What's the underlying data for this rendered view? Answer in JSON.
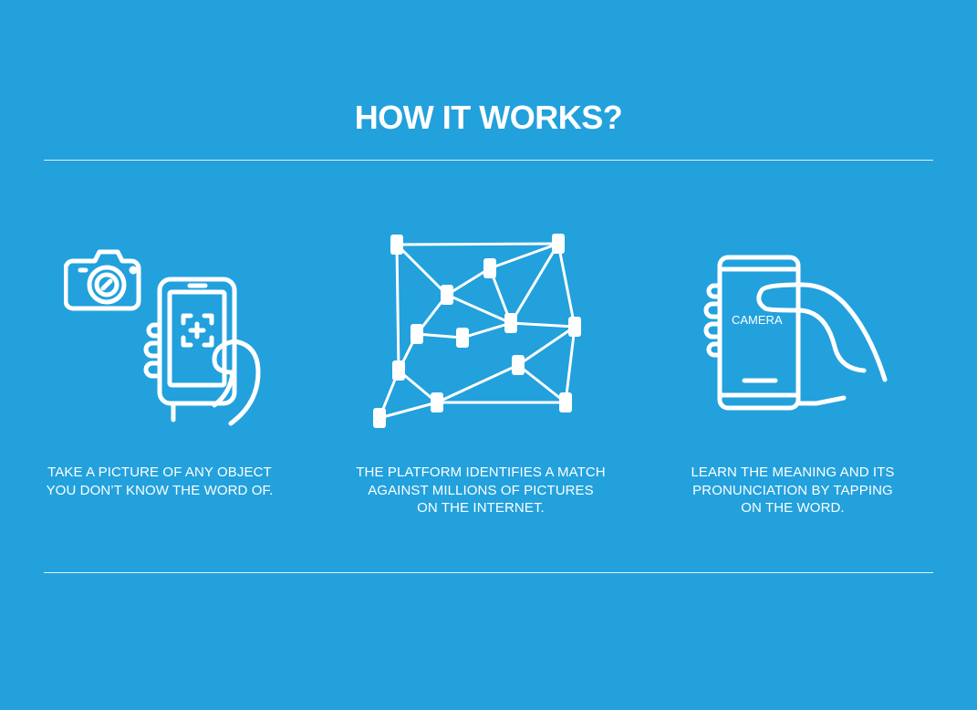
{
  "title": "HOW IT WORKS?",
  "colors": {
    "background": "#22a1dd",
    "foreground": "#ffffff"
  },
  "steps": [
    {
      "icon": "camera-phone-icon",
      "caption_lines": [
        "TAKE A PICTURE OF ANY OBJECT",
        "YOU DON’T KNOW THE WORD OF."
      ]
    },
    {
      "icon": "network-graph-icon",
      "caption_lines": [
        "THE PLATFORM IDENTIFIES A MATCH",
        "AGAINST MILLIONS OF PICTURES",
        "ON THE INTERNET."
      ]
    },
    {
      "icon": "hand-phone-icon",
      "screen_word": "CAMERA",
      "caption_lines": [
        "LEARN THE MEANING AND ITS",
        "PRONUNCIATION BY TAPPING",
        "ON THE WORD."
      ]
    }
  ]
}
